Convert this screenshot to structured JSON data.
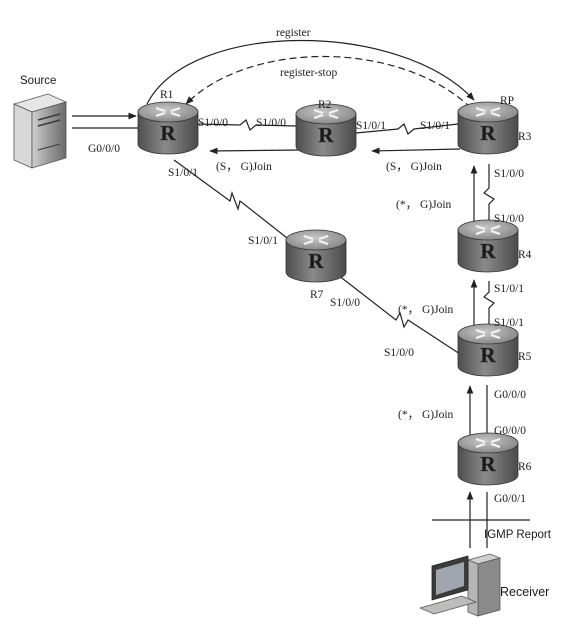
{
  "routers": {
    "r1": {
      "name": "R1"
    },
    "r2": {
      "name": "R2"
    },
    "r3": {
      "name": "R3",
      "role": "RP"
    },
    "r4": {
      "name": "R4"
    },
    "r5": {
      "name": "R5"
    },
    "r6": {
      "name": "R6"
    },
    "r7": {
      "name": "R7"
    },
    "router_glyph": "R"
  },
  "hosts": {
    "source": "Source",
    "receiver": "Receiver"
  },
  "interfaces": {
    "r1_g000": "G0/0/0",
    "r1_s100": "S1/0/0",
    "r1_s101": "S1/0/1",
    "r2_s100": "S1/0/0",
    "r2_s101": "S1/0/1",
    "r3_s101": "S1/0/1",
    "r3_s100": "S1/0/0",
    "r4_s100": "S1/0/0",
    "r4_s101": "S1/0/1",
    "r5_s101": "S1/0/1",
    "r5_s100": "S1/0/0",
    "r5_g000": "G0/0/0",
    "r6_g000": "G0/0/0",
    "r6_g001": "G0/0/1",
    "r7_s101": "S1/0/1",
    "r7_s100": "S1/0/0"
  },
  "messages": {
    "register": "register",
    "register_stop": "register-stop",
    "sg_join_r1": "(S， G)Join",
    "sg_join_r2": "(S， G)Join",
    "star_join_r4r3": "(*， G)Join",
    "star_join_r5r4": "(*， G)Join",
    "star_join_r6r5": "(*， G)Join",
    "igmp_report": "IGMP Report"
  },
  "colors": {
    "router_body": "#6d6d6d",
    "router_top": "#9a9a9a",
    "line": "#222222"
  }
}
